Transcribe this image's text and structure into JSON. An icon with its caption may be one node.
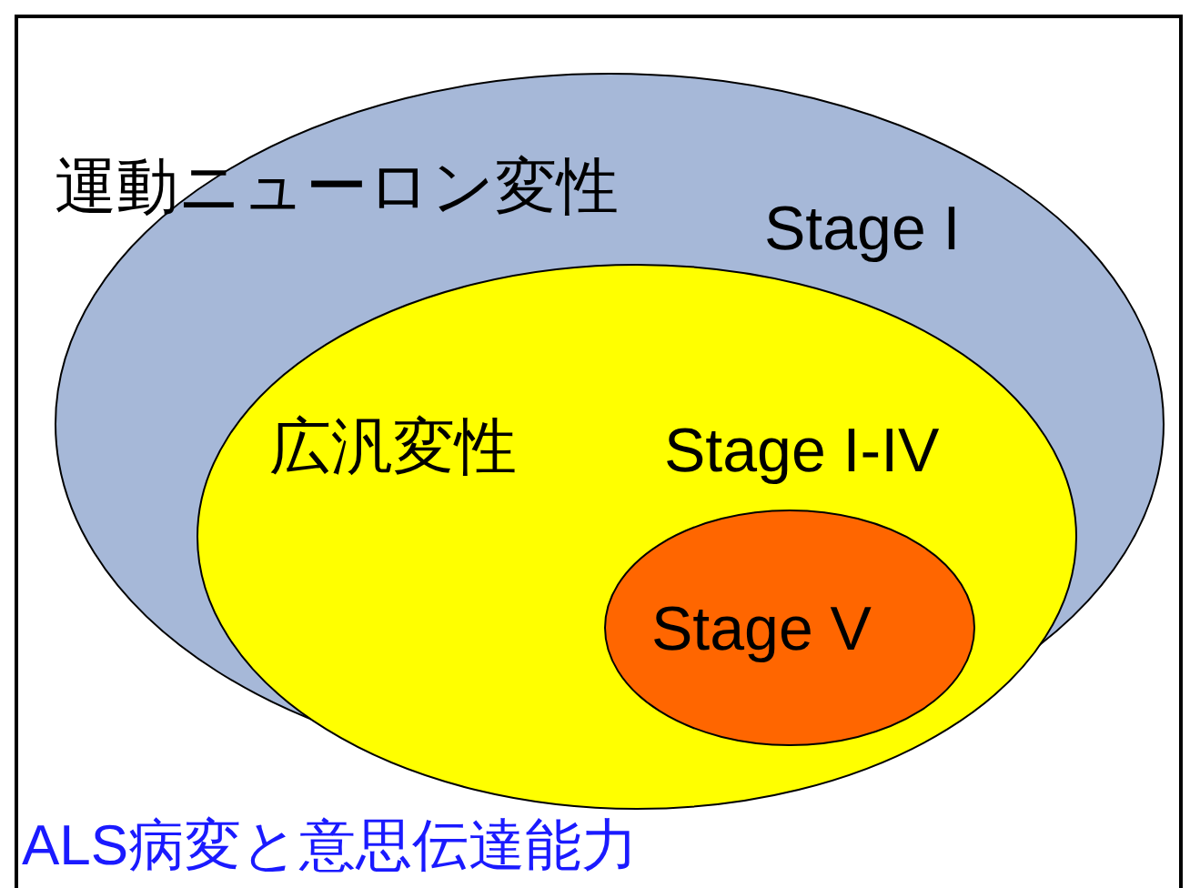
{
  "diagram": {
    "caption": "ALS病変と意思伝達能力",
    "nodes": [
      {
        "text": [
          "運動ニューロン変性",
          "Stage I"
        ]
      },
      {
        "text": [
          "広汎変性",
          "Stage I-IV"
        ],
        "in": 0
      },
      {
        "text": [
          "Stage V"
        ],
        "in": 1
      }
    ]
  }
}
